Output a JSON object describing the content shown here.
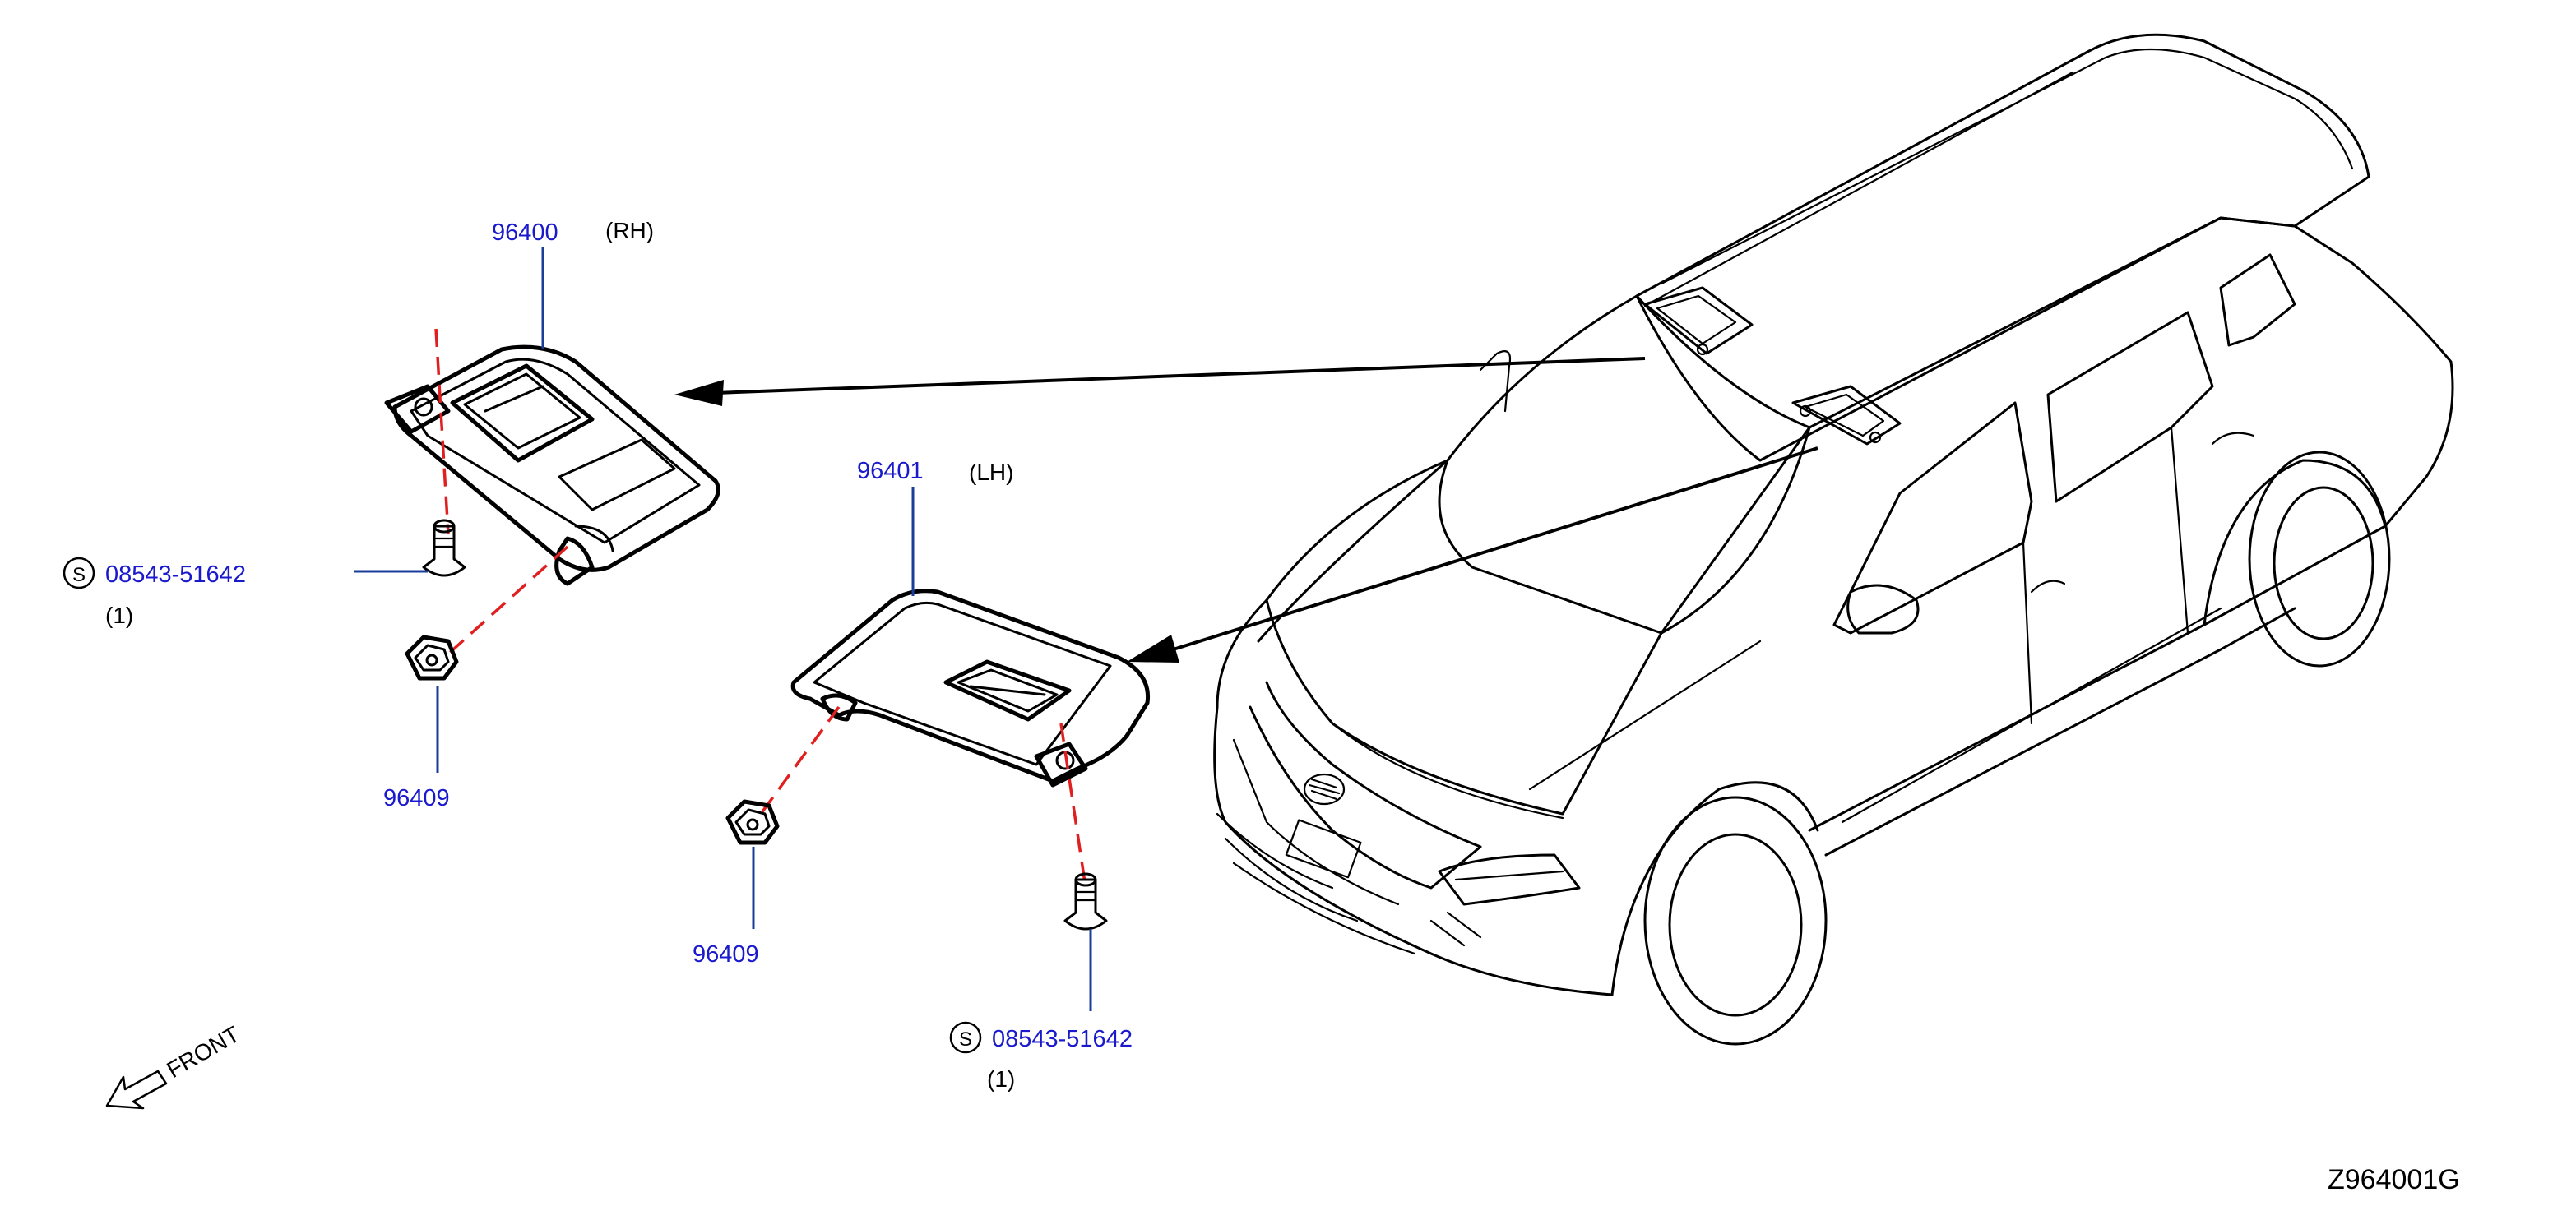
{
  "parts": {
    "visor_rh": {
      "number": "96400",
      "side": "(RH)"
    },
    "visor_lh": {
      "number": "96401",
      "side": "(LH)"
    },
    "holder_rh": {
      "number": "96409"
    },
    "holder_lh": {
      "number": "96409"
    },
    "screw_rh": {
      "symbol": "S",
      "number": "08543-51642",
      "qty": "(1)"
    },
    "screw_lh": {
      "symbol": "S",
      "number": "08543-51642",
      "qty": "(1)"
    }
  },
  "orientation": {
    "label": "FRONT"
  },
  "diagram_code": "Z964001G",
  "colors": {
    "link": "#1a1acc",
    "leader": "#1a3d99",
    "centerline": "#e02020"
  }
}
